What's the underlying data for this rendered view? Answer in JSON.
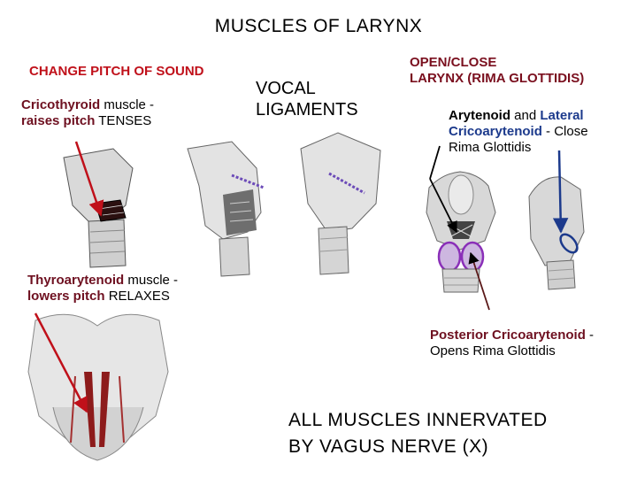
{
  "title": "MUSCLES OF LARYNX",
  "pitch": {
    "heading": "CHANGE PITCH OF SOUND",
    "cricothyroid_name": "Cricothyroid",
    "cricothyroid_rest1": " muscle -",
    "cricothyroid_bold2": "raises pitch",
    "cricothyroid_rest2": " TENSES",
    "thyro_name": "Thyroarytenoid",
    "thyro_rest1": " muscle -",
    "thyro_bold2": "lowers pitch",
    "thyro_rest2": " RELAXES"
  },
  "vocal": {
    "line1": "VOCAL",
    "line2": "LIGAMENTS"
  },
  "open_close": {
    "heading1": "OPEN/CLOSE",
    "heading2": "LARYNX (RIMA GLOTTIDIS)",
    "arytenoid": "Arytenoid",
    "and": " and ",
    "lateral": "Lateral",
    "cricoarytenoid": "Cricoarytenoid",
    "close1": " - Close",
    "close2": "Rima Glottidis",
    "posterior": "Posterior Cricoarytenoid",
    "posterior_rest": " -",
    "opens": "Opens Rima Glottidis"
  },
  "innervation": {
    "line1": "ALL MUSCLES INNERVATED",
    "line2": "BY VAGUS NERVE (X)"
  },
  "colors": {
    "red": "#c0101a",
    "maroon": "#6e1020",
    "blue": "#1c3a8c",
    "purple": "#8a2fb8"
  }
}
